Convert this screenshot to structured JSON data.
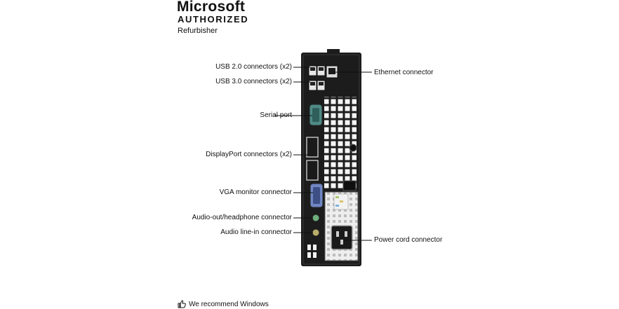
{
  "brand": {
    "title": "Microsoft",
    "subtitle": "AUTHORIZED",
    "tagline": "Refurbisher"
  },
  "callouts": {
    "usb2": "USB 2.0 connectors (x2)",
    "usb3": "USB 3.0 connectors (x2)",
    "serial": "Serial port",
    "displayport": "DisplayPort connectors (x2)",
    "vga": "VGA monitor connector",
    "audio_out": "Audio-out/headphone connector",
    "audio_in": "Audio line-in connector",
    "ethernet": "Ethernet connector",
    "power": "Power cord connector"
  },
  "footer": {
    "text": "We recommend Windows",
    "icon": "thumbs-up-icon"
  },
  "colors": {
    "chassis": "#1c1c1c",
    "serial_port": "#4f8a86",
    "vga_port": "#6f86c2",
    "audio_out": "#6fae7a",
    "audio_in": "#b9ad6a",
    "psu_label": "#f2f2f2"
  }
}
